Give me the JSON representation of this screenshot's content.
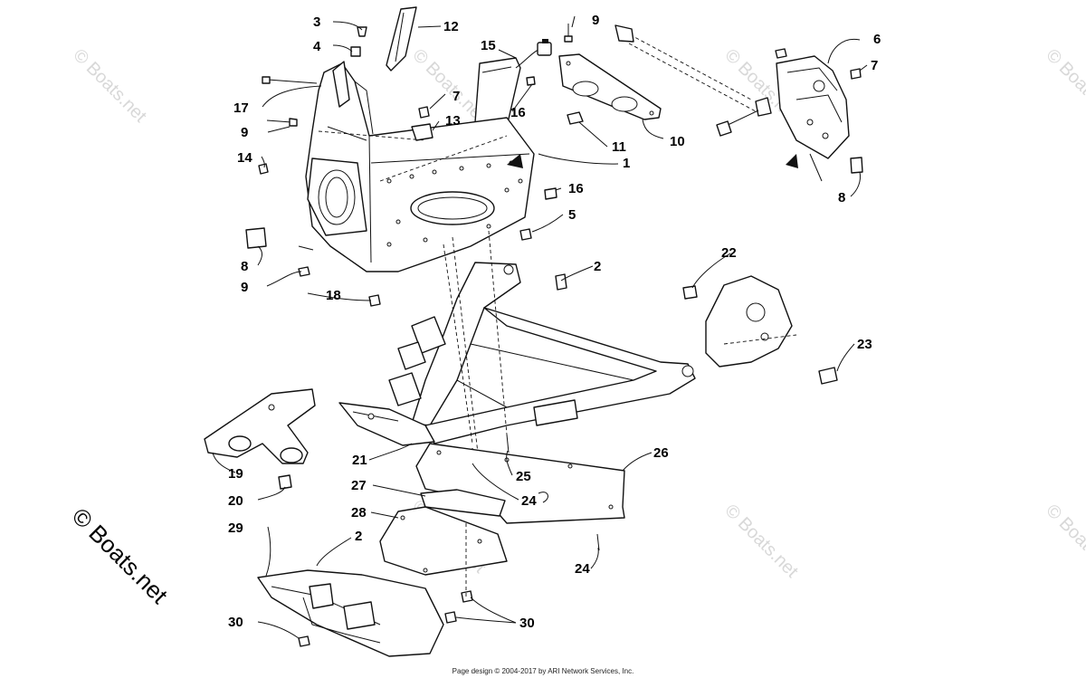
{
  "watermark": {
    "text": "© Boats.net"
  },
  "footer": {
    "text": "Page design © 2004-2017 by ARI Network Services, Inc."
  },
  "callouts": {
    "c1": "1",
    "c2a": "2",
    "c2b": "2",
    "c3": "3",
    "c4": "4",
    "c5": "5",
    "c6": "6",
    "c7a": "7",
    "c7b": "7",
    "c8a": "8",
    "c8b": "8",
    "c9a": "9",
    "c9b": "9",
    "c9c": "9",
    "c10": "10",
    "c11": "11",
    "c12": "12",
    "c13": "13",
    "c14": "14",
    "c15": "15",
    "c16a": "16",
    "c16b": "16",
    "c17": "17",
    "c18": "18",
    "c19": "19",
    "c20": "20",
    "c21": "21",
    "c22": "22",
    "c23": "23",
    "c24a": "24",
    "c24b": "24",
    "c25": "25",
    "c26": "26",
    "c27": "27",
    "c28": "28",
    "c29": "29",
    "c30a": "30",
    "c30b": "30"
  }
}
